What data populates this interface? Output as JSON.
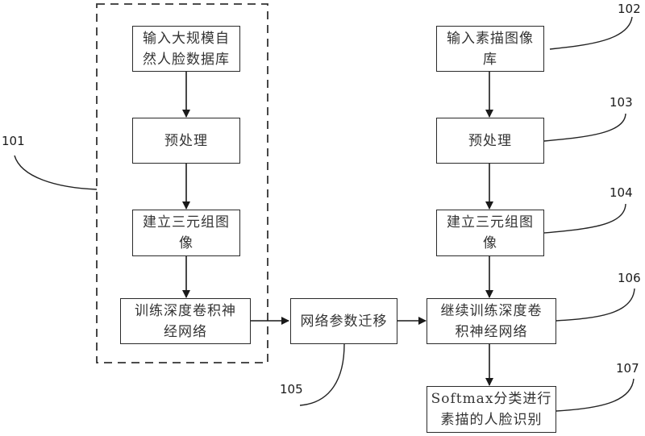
{
  "diagram": {
    "type": "flowchart",
    "stroke_color": "#2a2a2a",
    "text_color": "#333333",
    "group_101": {
      "label": "101",
      "steps": [
        {
          "id": "step-input-natural-face-db",
          "text": "输入大规模自然人脸数据库"
        },
        {
          "id": "step-preprocess-left",
          "text": "预处理"
        },
        {
          "id": "step-build-triplet-left",
          "text": "建立三元组图像"
        },
        {
          "id": "step-train-dcnn",
          "text": "训练深度卷积神经网络"
        }
      ]
    },
    "transfer": {
      "label": "105",
      "text": "网络参数迁移"
    },
    "right_column": [
      {
        "id": "step-input-sketch-db",
        "text": "输入素描图像库",
        "label": "102"
      },
      {
        "id": "step-preprocess-right",
        "text": "预处理",
        "label": "103"
      },
      {
        "id": "step-build-triplet-right",
        "text": "建立三元组图像",
        "label": "104"
      },
      {
        "id": "step-continue-train",
        "text": "继续训练深度卷积神经网络",
        "label": "106"
      },
      {
        "id": "step-softmax",
        "text": "Softmax分类进行素描的人脸识别",
        "label": "107"
      }
    ],
    "edges": [
      [
        "step-input-natural-face-db",
        "step-preprocess-left"
      ],
      [
        "step-preprocess-left",
        "step-build-triplet-left"
      ],
      [
        "step-build-triplet-left",
        "step-train-dcnn"
      ],
      [
        "step-train-dcnn",
        "transfer"
      ],
      [
        "transfer",
        "step-continue-train"
      ],
      [
        "step-input-sketch-db",
        "step-preprocess-right"
      ],
      [
        "step-preprocess-right",
        "step-build-triplet-right"
      ],
      [
        "step-build-triplet-right",
        "step-continue-train"
      ],
      [
        "step-continue-train",
        "step-softmax"
      ]
    ]
  },
  "text": {
    "box1_l1": "输入大规模自",
    "box1_l2": "然人脸数据库",
    "box2": "预处理",
    "box3_l1": "建立三元组图",
    "box3_l2": "像",
    "box4_l1": "训练深度卷积神",
    "box4_l2": "经网络",
    "box5": "网络参数迁移",
    "rbox1_l1": "输入素描图像",
    "rbox1_l2": "库",
    "rbox2": "预处理",
    "rbox3_l1": "建立三元组图",
    "rbox3_l2": "像",
    "rbox4_l1": "继续训练深度卷",
    "rbox4_l2": "积神经网络",
    "rbox5_l1": "Softmax分类进行",
    "rbox5_l2": "素描的人脸识别",
    "ref101": "101",
    "ref102": "102",
    "ref103": "103",
    "ref104": "104",
    "ref105": "105",
    "ref106": "106",
    "ref107": "107"
  }
}
